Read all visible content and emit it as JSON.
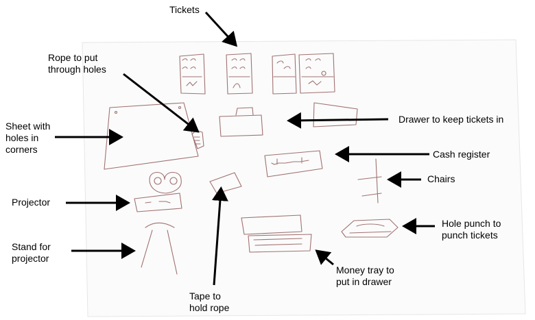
{
  "labels": {
    "tickets": "Tickets",
    "rope": "Rope to put\nthrough holes",
    "sheet": "Sheet with\nholes in\ncorners",
    "drawer": "Drawer to keep tickets in",
    "cash_register": "Cash register",
    "chairs": "Chairs",
    "projector": "Projector",
    "stand": "Stand for\nprojector",
    "hole_punch": "Hole punch to\npunch tickets",
    "money_tray": "Money tray to\nput in drawer",
    "tape": "Tape to\nhold rope"
  },
  "colors": {
    "paper": "#fbfbfb",
    "pencil": "#a07070",
    "arrow": "#000000",
    "text": "#000000"
  }
}
